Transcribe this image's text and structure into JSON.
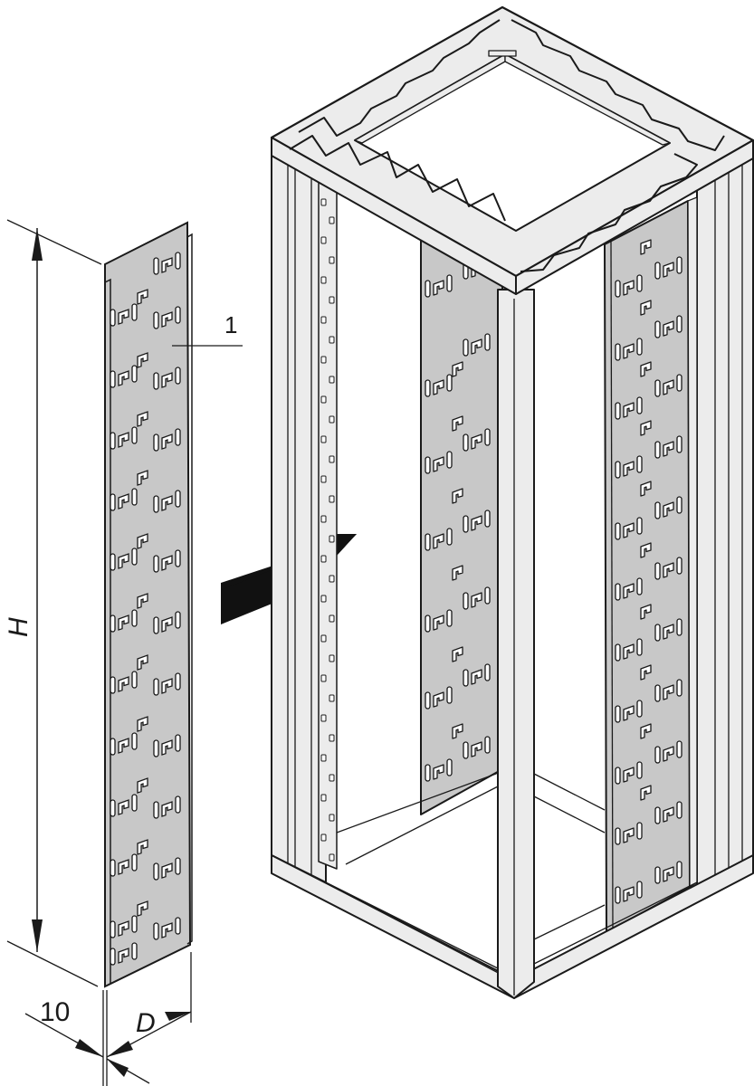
{
  "figure": {
    "description": "Isometric technical drawing: vertical cable management panel (perforated plate) and its installation into a rack cabinet frame",
    "colors": {
      "line": "#1a1a1a",
      "panel_fill": "#c8c8c8",
      "frame_fill": "#ececec",
      "background": "#ffffff",
      "arrow": "#111111"
    }
  },
  "labels": {
    "callout_1": "1",
    "dim_height": "H",
    "dim_thickness": "10",
    "dim_depth": "D"
  },
  "parts": [
    {
      "id": "1",
      "name": "Cable management panel (perforated, hooked slots)"
    }
  ],
  "arrow": {
    "meaning": "insertion direction into cabinet frame"
  }
}
